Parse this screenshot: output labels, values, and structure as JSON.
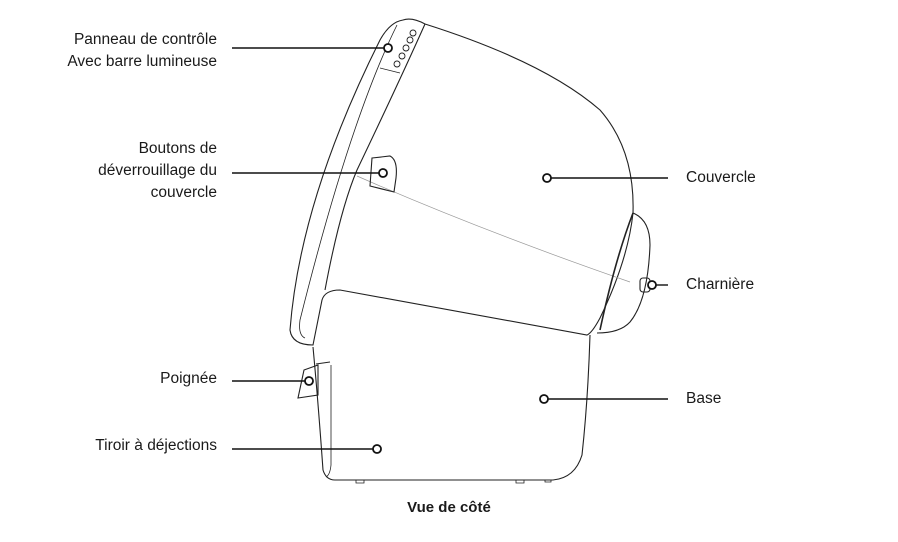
{
  "labels": {
    "control_panel_1": "Panneau de contrôle",
    "control_panel_2": "Avec barre lumineuse",
    "unlock_1": "Boutons de",
    "unlock_2": "déverrouillage du",
    "unlock_3": "couvercle",
    "handle": "Poignée",
    "drawer": "Tiroir à déjections",
    "lid": "Couvercle",
    "hinge": "Charnière",
    "base": "Base"
  },
  "caption": "Vue de côté"
}
